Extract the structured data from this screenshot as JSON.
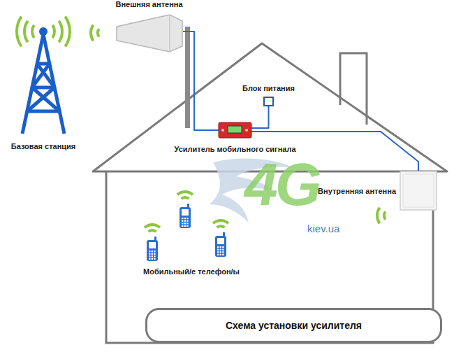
{
  "diagram": {
    "nodes": [
      {
        "text": [
          "Базовая станция"
        ]
      },
      {
        "text": [
          "Внешняя антенна"
        ]
      },
      {
        "text": [
          "Блок питания"
        ]
      },
      {
        "text": [
          "Усилитель мобильного сигнала"
        ]
      },
      {
        "text": [
          "Внутренняя антенна"
        ]
      },
      {
        "text": [
          "Схема установки усилителя"
        ]
      }
    ],
    "edges": [
      {
        "from": 1,
        "to": 3,
        "arrow": "none"
      },
      {
        "from": 2,
        "to": 3,
        "arrow": "none"
      },
      {
        "from": 3,
        "to": 4,
        "arrow": "none"
      }
    ],
    "labels": [
      "Мобильный/е телефон/ы",
      "4G",
      "kiev.ua"
    ]
  }
}
